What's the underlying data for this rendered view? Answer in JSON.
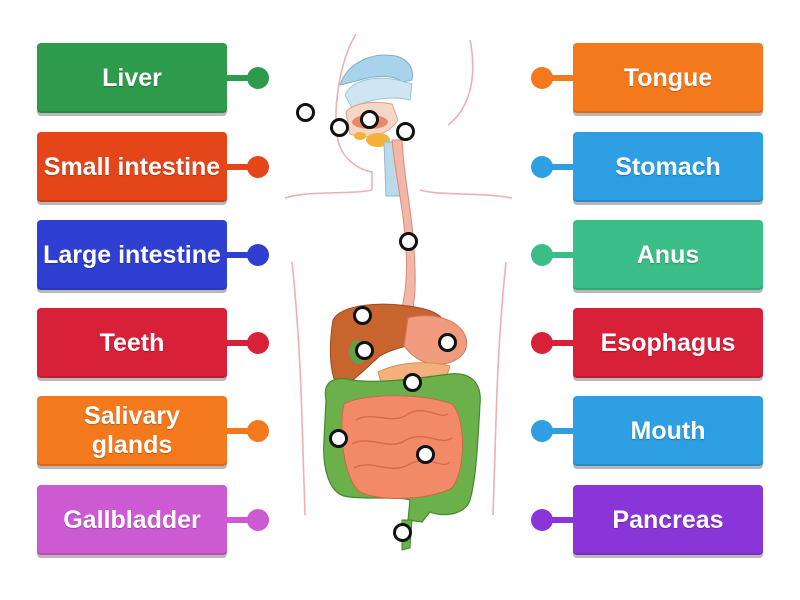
{
  "left_labels": [
    {
      "text": "Liver",
      "color": "#2e9a4c"
    },
    {
      "text": "Small intestine",
      "color": "#e4461a"
    },
    {
      "text": "Large intestine",
      "color": "#2f3fd2"
    },
    {
      "text": "Teeth",
      "color": "#d92039"
    },
    {
      "text": "Salivary glands",
      "color": "#f4791d"
    },
    {
      "text": "Gallbladder",
      "color": "#cd5ad3"
    }
  ],
  "right_labels": [
    {
      "text": "Tongue",
      "color": "#f4791d"
    },
    {
      "text": "Stomach",
      "color": "#2e9fe3"
    },
    {
      "text": "Anus",
      "color": "#3bbd87"
    },
    {
      "text": "Esophagus",
      "color": "#d92039"
    },
    {
      "text": "Mouth",
      "color": "#2e9fe3"
    },
    {
      "text": "Pancreas",
      "color": "#8a35d8"
    }
  ],
  "drop_target_count": 12
}
